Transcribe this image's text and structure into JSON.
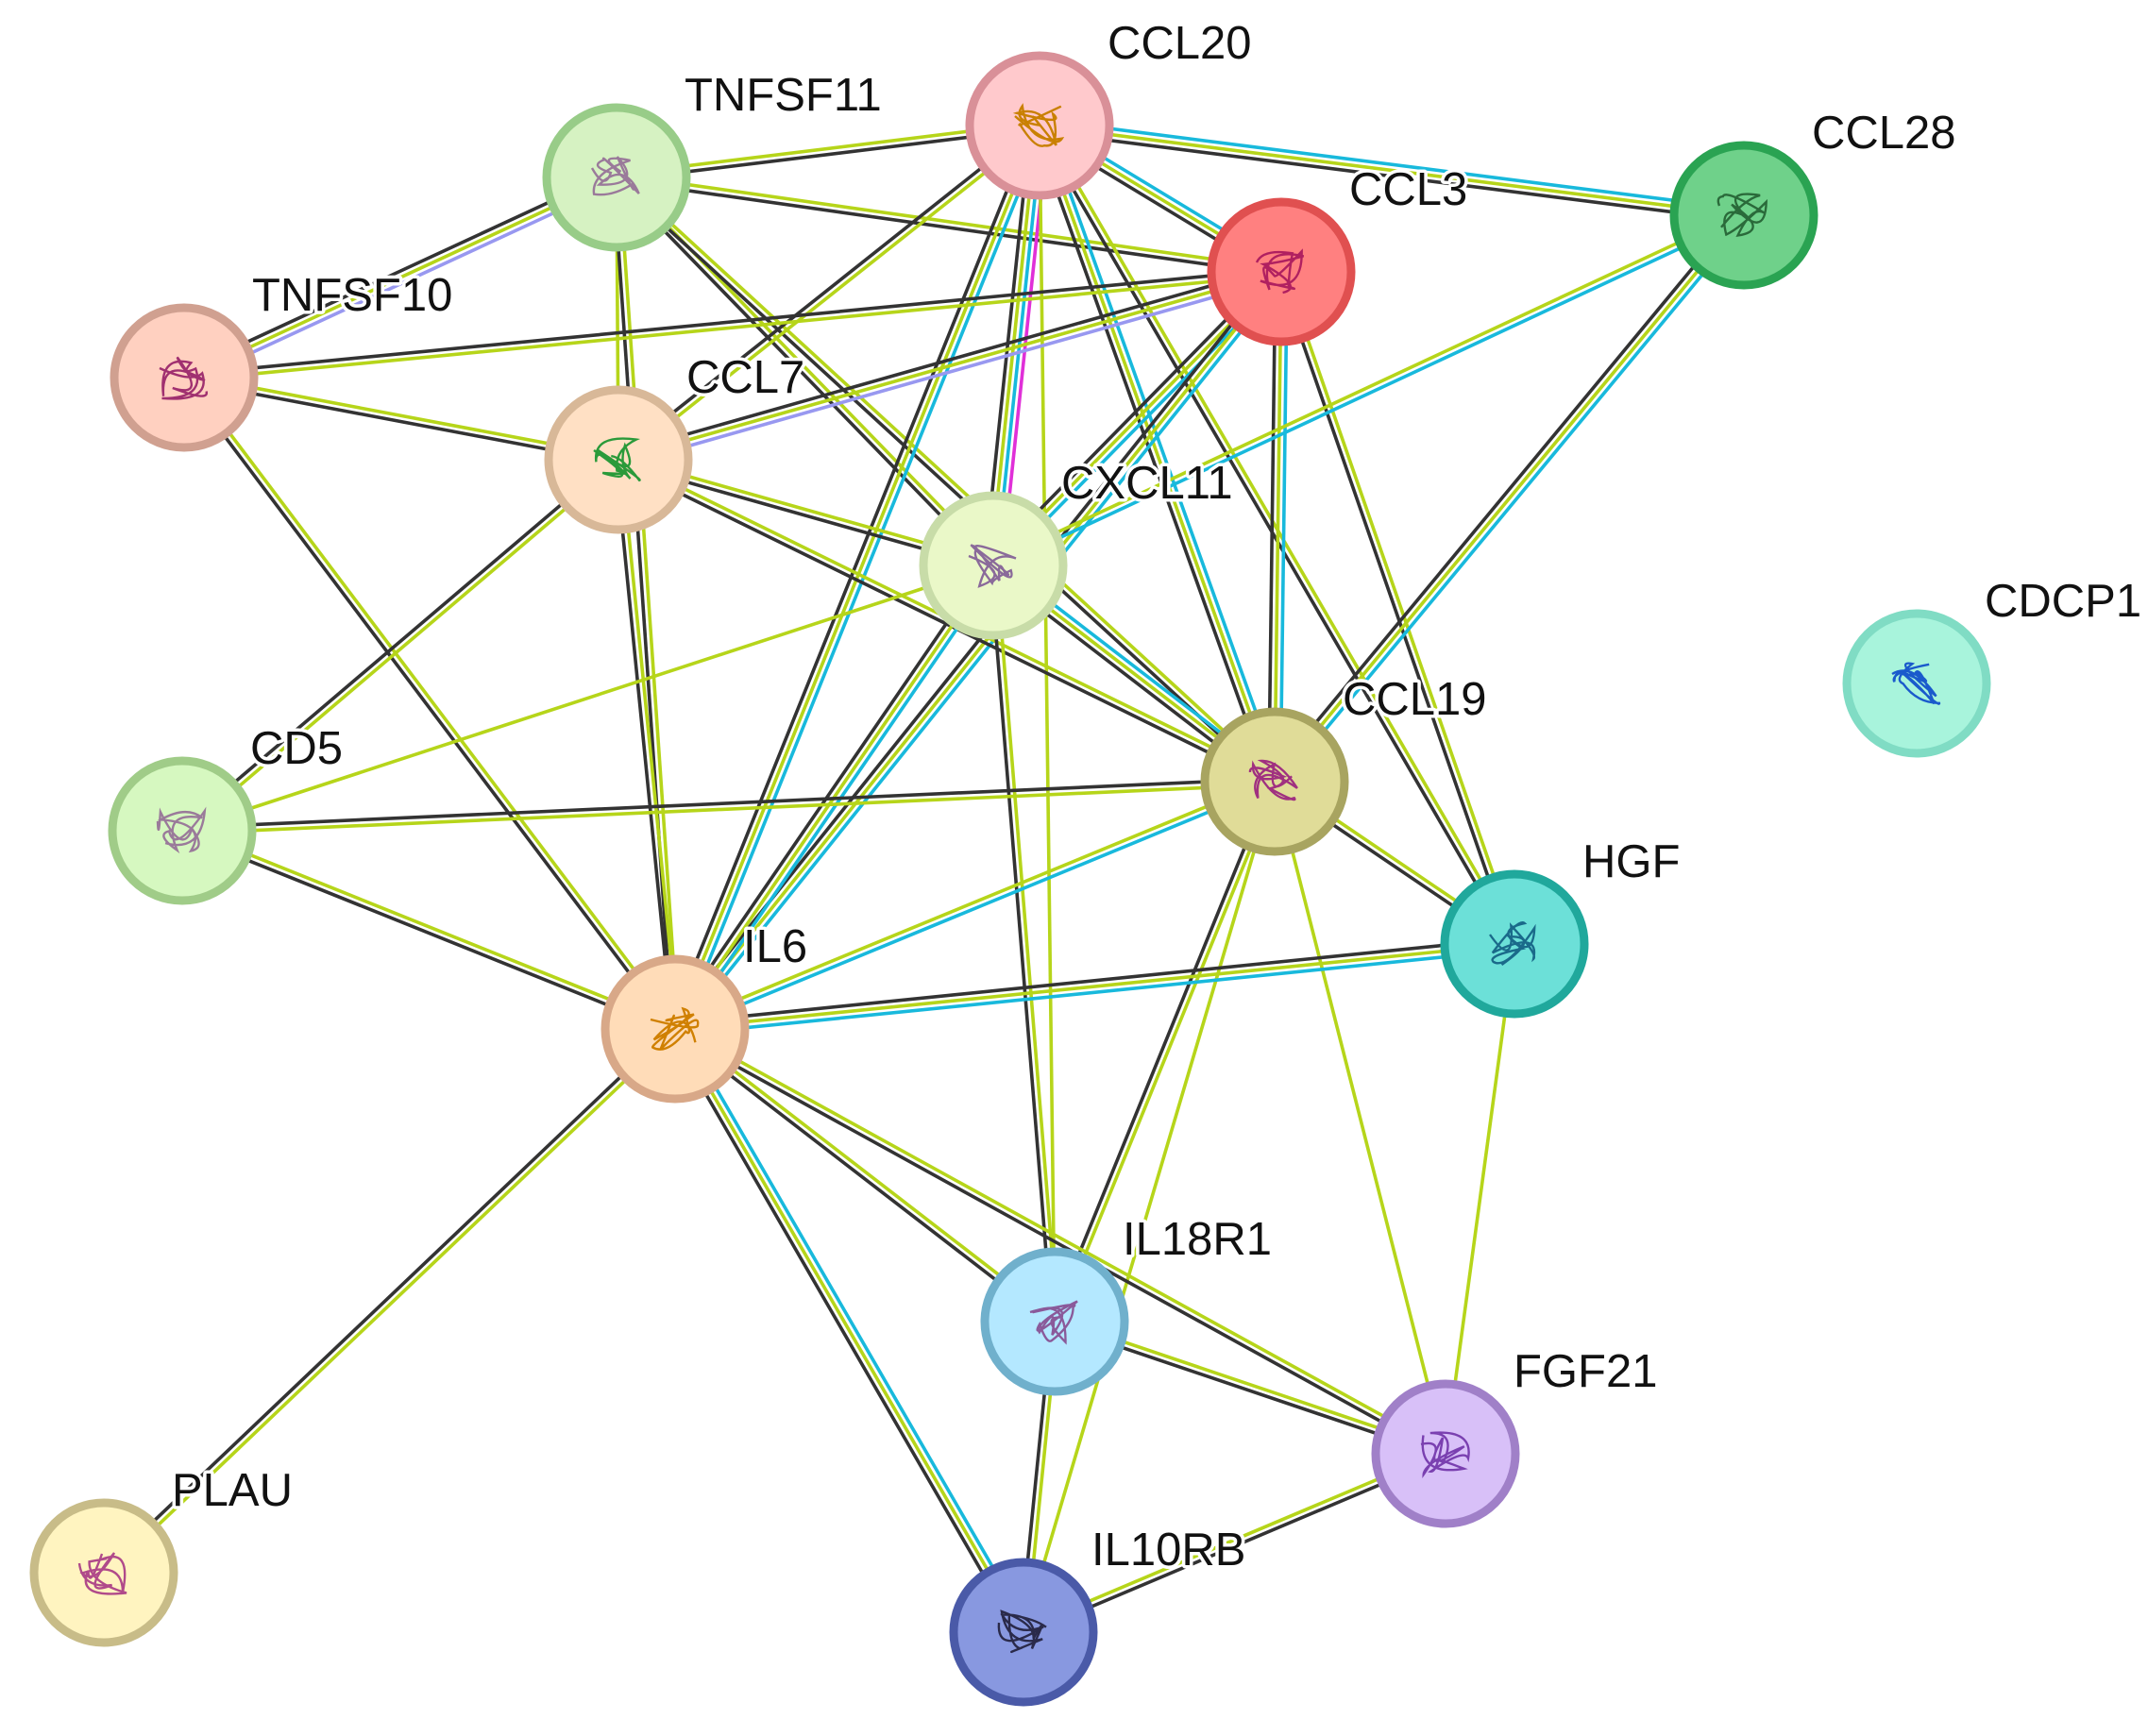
{
  "network": {
    "nodes": [
      {
        "id": "CCL20",
        "label": "CCL20",
        "fill": "#ffc9cc",
        "ring": "#d99098",
        "glyph": "#c98000"
      },
      {
        "id": "TNFSF11",
        "label": "TNFSF11",
        "fill": "#d6f2c2",
        "ring": "#98cc88",
        "glyph": "#9a7a9a"
      },
      {
        "id": "CCL28",
        "label": "CCL28",
        "fill": "#6fd18a",
        "ring": "#2aa352",
        "glyph": "#2a6a3a"
      },
      {
        "id": "CCL3",
        "label": "CCL3",
        "fill": "#ff8080",
        "ring": "#e05050",
        "glyph": "#b02060"
      },
      {
        "id": "TNFSF10",
        "label": "TNFSF10",
        "fill": "#ffd0c0",
        "ring": "#d0a090",
        "glyph": "#a03070"
      },
      {
        "id": "CCL7",
        "label": "CCL7",
        "fill": "#ffe0c4",
        "ring": "#d8b898",
        "glyph": "#2a9a3a"
      },
      {
        "id": "CXCL11",
        "label": "CXCL11",
        "fill": "#eaf8c8",
        "ring": "#c8dca8",
        "glyph": "#8a6a9a"
      },
      {
        "id": "CDCP1",
        "label": "CDCP1",
        "fill": "#a8f4dc",
        "ring": "#80dcc4",
        "glyph": "#1a5acc"
      },
      {
        "id": "CCL19",
        "label": "CCL19",
        "fill": "#e0dc98",
        "ring": "#a8a460",
        "glyph": "#a03080"
      },
      {
        "id": "CD5",
        "label": "CD5",
        "fill": "#d6f8c0",
        "ring": "#a0cc88",
        "glyph": "#9a7a9a"
      },
      {
        "id": "HGF",
        "label": "HGF",
        "fill": "#6ce0d8",
        "ring": "#20a89c",
        "glyph": "#1a6a8a"
      },
      {
        "id": "IL6",
        "label": "IL6",
        "fill": "#ffdcb8",
        "ring": "#d8a888",
        "glyph": "#d08000"
      },
      {
        "id": "IL18R1",
        "label": "IL18R1",
        "fill": "#b4e8ff",
        "ring": "#70b0cc",
        "glyph": "#8a5a9a"
      },
      {
        "id": "FGF21",
        "label": "FGF21",
        "fill": "#d8c0f8",
        "ring": "#a080c8",
        "glyph": "#7a40b0"
      },
      {
        "id": "PLAU",
        "label": "PLAU",
        "fill": "#fff4c0",
        "ring": "#c8bc88",
        "glyph": "#b04a8a"
      },
      {
        "id": "IL10RB",
        "label": "IL10RB",
        "fill": "#8898e0",
        "ring": "#4a5aa8",
        "glyph": "#2a2a4a"
      }
    ],
    "edges": [
      {
        "source": "TNFSF11",
        "target": "CCL20",
        "evidence": [
          "textmining",
          "coexpression"
        ]
      },
      {
        "source": "TNFSF11",
        "target": "CCL3",
        "evidence": [
          "textmining",
          "coexpression"
        ]
      },
      {
        "source": "TNFSF11",
        "target": "TNFSF10",
        "evidence": [
          "homology",
          "textmining",
          "coexpression"
        ]
      },
      {
        "source": "TNFSF11",
        "target": "CCL7",
        "evidence": [
          "textmining"
        ]
      },
      {
        "source": "TNFSF11",
        "target": "CXCL11",
        "evidence": [
          "textmining",
          "coexpression"
        ]
      },
      {
        "source": "TNFSF11",
        "target": "CCL19",
        "evidence": [
          "textmining",
          "coexpression"
        ]
      },
      {
        "source": "TNFSF11",
        "target": "IL6",
        "evidence": [
          "textmining",
          "coexpression"
        ]
      },
      {
        "source": "CCL20",
        "target": "CCL28",
        "evidence": [
          "database",
          "textmining",
          "coexpression"
        ]
      },
      {
        "source": "CCL20",
        "target": "CCL3",
        "evidence": [
          "database",
          "textmining",
          "coexpression"
        ]
      },
      {
        "source": "CCL20",
        "target": "CCL7",
        "evidence": [
          "textmining",
          "coexpression"
        ]
      },
      {
        "source": "CCL20",
        "target": "CXCL11",
        "evidence": [
          "experiments",
          "database",
          "textmining",
          "coexpression"
        ]
      },
      {
        "source": "CCL20",
        "target": "CCL19",
        "evidence": [
          "database",
          "textmining",
          "coexpression"
        ]
      },
      {
        "source": "CCL20",
        "target": "IL6",
        "evidence": [
          "database",
          "textmining",
          "coexpression"
        ]
      },
      {
        "source": "CCL20",
        "target": "IL18R1",
        "evidence": [
          "textmining"
        ]
      },
      {
        "source": "CCL20",
        "target": "HGF",
        "evidence": [
          "textmining",
          "coexpression"
        ]
      },
      {
        "source": "CCL3",
        "target": "TNFSF10",
        "evidence": [
          "textmining",
          "coexpression"
        ]
      },
      {
        "source": "CCL3",
        "target": "CCL7",
        "evidence": [
          "homology",
          "textmining",
          "coexpression"
        ]
      },
      {
        "source": "CCL3",
        "target": "CXCL11",
        "evidence": [
          "database",
          "textmining",
          "coexpression"
        ]
      },
      {
        "source": "CCL3",
        "target": "CCL19",
        "evidence": [
          "database",
          "textmining",
          "coexpression"
        ]
      },
      {
        "source": "CCL3",
        "target": "IL6",
        "evidence": [
          "database",
          "textmining",
          "coexpression"
        ]
      },
      {
        "source": "CCL3",
        "target": "HGF",
        "evidence": [
          "textmining",
          "coexpression"
        ]
      },
      {
        "source": "CCL28",
        "target": "CXCL11",
        "evidence": [
          "database",
          "textmining"
        ]
      },
      {
        "source": "CCL28",
        "target": "CCL19",
        "evidence": [
          "database",
          "textmining",
          "coexpression"
        ]
      },
      {
        "source": "TNFSF10",
        "target": "CCL7",
        "evidence": [
          "textmining",
          "coexpression"
        ]
      },
      {
        "source": "TNFSF10",
        "target": "IL6",
        "evidence": [
          "textmining",
          "coexpression"
        ]
      },
      {
        "source": "CCL7",
        "target": "CXCL11",
        "evidence": [
          "textmining",
          "coexpression"
        ]
      },
      {
        "source": "CCL7",
        "target": "CCL19",
        "evidence": [
          "textmining",
          "coexpression"
        ]
      },
      {
        "source": "CCL7",
        "target": "CD5",
        "evidence": [
          "textmining",
          "coexpression"
        ]
      },
      {
        "source": "CCL7",
        "target": "IL6",
        "evidence": [
          "textmining",
          "coexpression"
        ]
      },
      {
        "source": "CXCL11",
        "target": "CCL19",
        "evidence": [
          "database",
          "textmining",
          "coexpression"
        ]
      },
      {
        "source": "CXCL11",
        "target": "CD5",
        "evidence": [
          "textmining"
        ]
      },
      {
        "source": "CXCL11",
        "target": "IL6",
        "evidence": [
          "database",
          "textmining",
          "coexpression"
        ]
      },
      {
        "source": "CXCL11",
        "target": "IL18R1",
        "evidence": [
          "textmining",
          "coexpression"
        ]
      },
      {
        "source": "CCL19",
        "target": "CD5",
        "evidence": [
          "textmining",
          "coexpression"
        ]
      },
      {
        "source": "CCL19",
        "target": "IL6",
        "evidence": [
          "database",
          "textmining"
        ]
      },
      {
        "source": "CCL19",
        "target": "HGF",
        "evidence": [
          "textmining",
          "coexpression"
        ]
      },
      {
        "source": "CCL19",
        "target": "IL18R1",
        "evidence": [
          "textmining",
          "coexpression"
        ]
      },
      {
        "source": "CCL19",
        "target": "FGF21",
        "evidence": [
          "textmining"
        ]
      },
      {
        "source": "CCL19",
        "target": "IL10RB",
        "evidence": [
          "textmining"
        ]
      },
      {
        "source": "CD5",
        "target": "IL6",
        "evidence": [
          "textmining",
          "coexpression"
        ]
      },
      {
        "source": "HGF",
        "target": "IL6",
        "evidence": [
          "database",
          "textmining",
          "coexpression"
        ]
      },
      {
        "source": "HGF",
        "target": "FGF21",
        "evidence": [
          "textmining"
        ]
      },
      {
        "source": "IL6",
        "target": "IL18R1",
        "evidence": [
          "textmining",
          "coexpression"
        ]
      },
      {
        "source": "IL6",
        "target": "FGF21",
        "evidence": [
          "textmining",
          "coexpression"
        ]
      },
      {
        "source": "IL6",
        "target": "IL10RB",
        "evidence": [
          "database",
          "textmining",
          "coexpression"
        ]
      },
      {
        "source": "IL6",
        "target": "PLAU",
        "evidence": [
          "textmining",
          "coexpression"
        ]
      },
      {
        "source": "IL18R1",
        "target": "FGF21",
        "evidence": [
          "textmining",
          "coexpression"
        ]
      },
      {
        "source": "IL18R1",
        "target": "IL10RB",
        "evidence": [
          "textmining",
          "coexpression"
        ]
      },
      {
        "source": "IL10RB",
        "target": "FGF21",
        "evidence": [
          "textmining",
          "coexpression"
        ]
      }
    ],
    "evidence_colors": {
      "textmining": "#b6d51a",
      "coexpression": "#333333",
      "database": "#18b9dc",
      "experiments": "#e030d8",
      "homology": "#9898f0"
    }
  }
}
